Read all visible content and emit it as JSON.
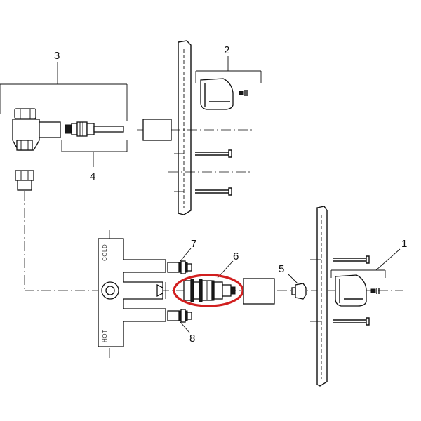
{
  "callouts": {
    "c1": "1",
    "c2": "2",
    "c3": "3",
    "c4": "4",
    "c5": "5",
    "c6": "6",
    "c7": "7",
    "c8": "8"
  },
  "body_labels": {
    "cold": "COLD",
    "hot": "HOT"
  },
  "colors": {
    "highlight": "#d11f1f",
    "line": "#111111"
  }
}
